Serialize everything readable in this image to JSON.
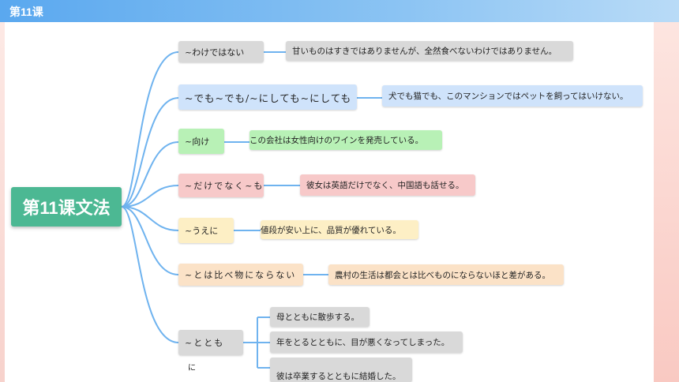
{
  "header": {
    "title": "第11课"
  },
  "root": {
    "label": "第11课文法"
  },
  "branches": [
    {
      "grammar": "~わけではない",
      "example": "甘いものはすきではありませんが、全然食べないわけではありません。"
    },
    {
      "grammar": "~でも~でも/~にしても~にしても",
      "example": "犬でも猫でも、このマンションではペットを飼ってはいけない。"
    },
    {
      "grammar": "~向け",
      "example": "この会社は女性向けのワインを発売している。"
    },
    {
      "grammar": "~だけでなく~も",
      "example": "彼女は英語だけでなく、中国語も話せる。"
    },
    {
      "grammar": "~うえに",
      "example": "値段が安い上に、品質が優れている。"
    },
    {
      "grammar": "~とは比べ物にならない",
      "example": "農村の生活は都会とは比べものにならないほと差がある。"
    },
    {
      "grammar_line1": "~ととも",
      "grammar_line2": "に",
      "examples": [
        "母とともに散歩する。",
        "年をとるとともに、目が悪くなってしまった。",
        "彼は卒業するとともに結婚した。"
      ]
    }
  ],
  "colors": {
    "root": "#4cb893",
    "connector": "#6fb3ef",
    "header": "#5aa8ef"
  }
}
